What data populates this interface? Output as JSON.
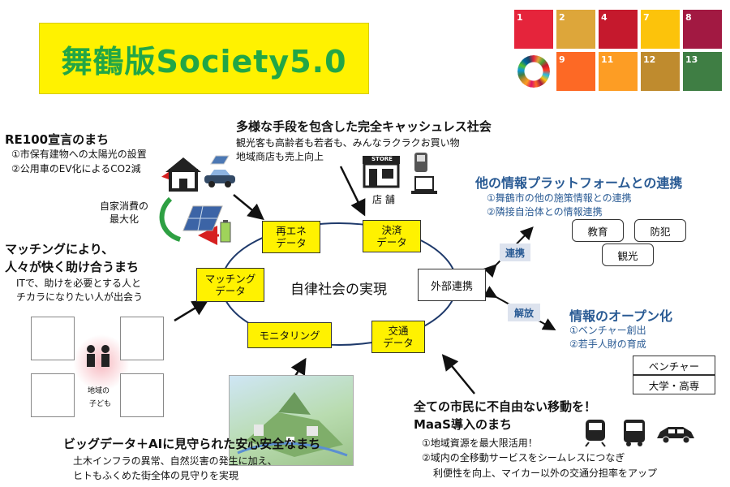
{
  "title": "舞鶴版Society5.0",
  "center": "自律社会の実現",
  "nodes": {
    "re": "再エネ\nデータ",
    "pay": "決済\nデータ",
    "match": "マッチング\nデータ",
    "ext": "外部連携",
    "mon": "モニタリング",
    "traffic": "交通\nデータ"
  },
  "re100": {
    "heading": "RE100宣言のまち",
    "line1": "①市保有建物への太陽光の設置",
    "line2": "②公用車のEV化によるCO2減",
    "self_use": "自家消費の\n最大化"
  },
  "cashless": {
    "heading": "多様な手段を包含した完全キャッシュレス社会",
    "line1": "観光客も高齢者も若者も、みんなラクラクお買い物",
    "line2": "地域商店も売上向上",
    "store": "店 舗",
    "store_sign": "STORE"
  },
  "platform": {
    "heading": "他の情報プラットフォームとの連携",
    "line1": "①舞鶴市の他の施策情報との連携",
    "line2": "②隣接自治体との情報連携",
    "tags": [
      "教育",
      "防犯",
      "観光"
    ],
    "badge": "連携"
  },
  "matching": {
    "heading1": "マッチングにより、",
    "heading2": "人々が快く助け合うまち",
    "line1": "ITで、助けを必要とする人と",
    "line2": "チカラになりたい人が出会う",
    "center_label1": "地域の",
    "center_label2": "子ども"
  },
  "open": {
    "heading": "情報のオープン化",
    "line1": "①ベンチャー創出",
    "line2": "②若手人財の育成",
    "badge": "解放",
    "tags": [
      "ベンチャー",
      "大学・高専"
    ]
  },
  "bigdata": {
    "heading": "ビッグデータ＋AIに見守られた安心安全なまち",
    "line1": "土木インフラの異常、自然災害の発生に加え、",
    "line2": "ヒトもふくめた街全体の見守りを実現"
  },
  "maas": {
    "heading1": "全ての市民に不自由ない移動を！",
    "heading2": "MaaS導入のまち",
    "line1": "①地域資源を最大限活用！",
    "line2": "②域内の全移動サービスをシームレスにつなぎ",
    "line3": "利便性を向上、マイカー以外の交通分担率をアップ"
  },
  "sdgs": [
    {
      "num": "1",
      "color": "#e5243b"
    },
    {
      "num": "2",
      "color": "#dda63a"
    },
    {
      "num": "4",
      "color": "#c5192d"
    },
    {
      "num": "7",
      "color": "#fcc30b"
    },
    {
      "num": "8",
      "color": "#a21942"
    },
    {
      "num": "",
      "color": "#ffffff"
    },
    {
      "num": "9",
      "color": "#fd6925"
    },
    {
      "num": "11",
      "color": "#fd9d24"
    },
    {
      "num": "12",
      "color": "#bf8b2e"
    },
    {
      "num": "13",
      "color": "#3f7e44"
    }
  ]
}
